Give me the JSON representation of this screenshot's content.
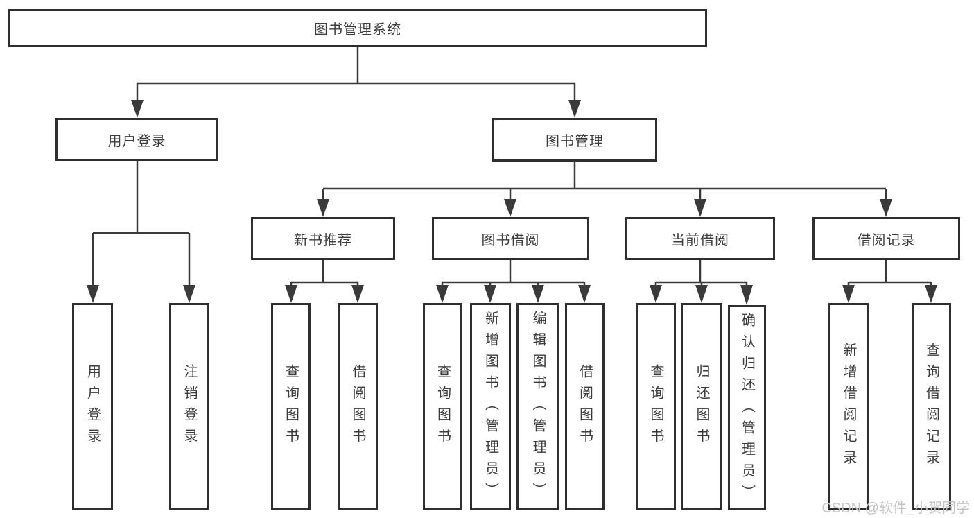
{
  "tree": {
    "root": {
      "label": "图书管理系统"
    },
    "branches": [
      {
        "label": "用户登录",
        "children": [
          {
            "label": "用户登录"
          },
          {
            "label": "注销登录"
          }
        ]
      },
      {
        "label": "图书管理",
        "children": [
          {
            "label": "新书推荐",
            "children": [
              {
                "label": "查询图书"
              },
              {
                "label": "借阅图书"
              }
            ]
          },
          {
            "label": "图书借阅",
            "children": [
              {
                "label": "查询图书"
              },
              {
                "label": "新增图书（管理员）"
              },
              {
                "label": "编辑图书（管理员）"
              },
              {
                "label": "借阅图书"
              }
            ]
          },
          {
            "label": "当前借阅",
            "children": [
              {
                "label": "查询图书"
              },
              {
                "label": "归还图书"
              },
              {
                "label": "确认归还（管理员）"
              }
            ]
          },
          {
            "label": "借阅记录",
            "children": [
              {
                "label": "新增借阅记录"
              },
              {
                "label": "查询借阅记录"
              }
            ]
          }
        ]
      }
    ]
  },
  "watermark": {
    "text": "CSDN @软件_小贺同学"
  },
  "colors": {
    "line": "#3a3a3a",
    "box_border": "#2f2f2f",
    "box_fill": "#ffffff",
    "text": "#3d3d3d",
    "watermark": "#c6c6c6"
  }
}
